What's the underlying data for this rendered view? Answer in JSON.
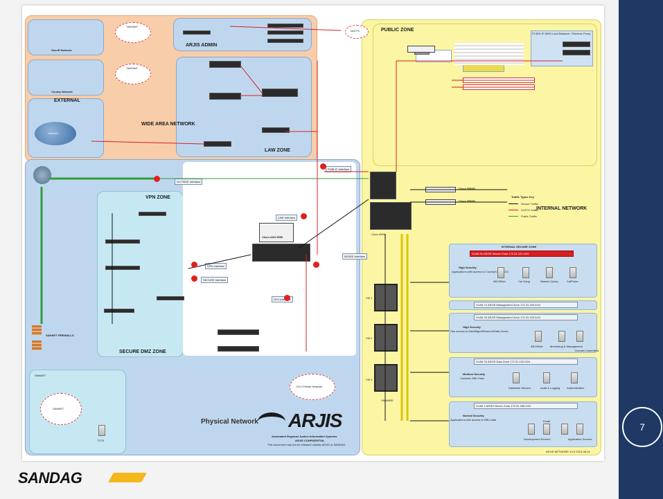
{
  "slide": {
    "page_number": "7",
    "sidebar_color": "#1f3864"
  },
  "footer_logo": {
    "text": "SANDAG",
    "swoosh_color": "#f4b81d"
  },
  "diagram": {
    "title": "Physical Network",
    "brand": "ARJIS",
    "brand_subtitle": "Automated Regional Justice Information Systems",
    "brand_confidential": "ARJIS CONFIDENTIAL",
    "brand_note": "This document may not be released outside ARJIS or SANDAG",
    "revision": "ARJIS NETWORK V4.0   2013-08-01",
    "zones": {
      "arjis_admin": "ARJIS ADMIN",
      "wan": "WIDE AREA NETWORK",
      "law": "LAW ZONE",
      "external": "EXTERNAL",
      "sheriff": "Sheriff Network",
      "county": "County Network",
      "public": "PUBLIC ZONE",
      "vpn": "VPN ZONE",
      "dmz": "SECURE DMZ ZONE",
      "internal": "INTERNAL NETWORK",
      "internal_secure": "INTERNAL SECURE ZONE"
    },
    "clouds": {
      "internet": "Internet",
      "sannet": "SANNET",
      "doj": "DOJ Private Network",
      "nlets": "NLETS",
      "wan_cloud_1": "\"ANXNet\"",
      "wan_cloud_2": "\"ANXNet\""
    },
    "interfaces": {
      "outside": "OUTSIDE Interface",
      "public": "PUBLIC Interface",
      "law": "LAW Interface",
      "vpn": "VPN Interface",
      "secure": "SECURE Interface",
      "doj": "DOJ Interface",
      "inside": "INSIDE Interface"
    },
    "devices": {
      "core_switch_1": "Cisco 3560G",
      "core_switch_2": "Cisco 3560G",
      "core_chassis": "Cisco 6509",
      "firewall": "Cisco ASA 5550",
      "vm_1": "VM 1",
      "vm_2": "VM 2",
      "vm_3": "VM 3",
      "sannet_firewall": "SANNET FIREWALLS",
      "f5": "F5 BIG-IP 6900 Load Balancer / Reverse Proxy",
      "vmware_switch": "VMWARE"
    },
    "traffic_key": {
      "title": "Traffic Types Key",
      "items": [
        {
          "label": "Secure Traffic",
          "color": "#111111"
        },
        {
          "label": "CLETS Traffic",
          "color": "#d62020"
        },
        {
          "label": "Public Traffic",
          "color": "#2e9d3a"
        }
      ]
    },
    "internal_sections": [
      {
        "title": "High Security",
        "subtitle": "Applications with access to County/Corp/NCIC",
        "servers": [
          "ARJISNet",
          "Cal Gang",
          "Wanted Query",
          "CalPhoto"
        ]
      },
      {
        "title": "High Security",
        "subtitle": "Has access to Data/Mgmt/Reserve/Data Zones",
        "servers": [
          "ARJISNet",
          "Monitoring & Management",
          "Domain Controllers"
        ]
      },
      {
        "title": "Medium Security",
        "subtitle": "Contains SBU Data",
        "servers": [
          "Database Servers",
          "Audit & Logging",
          "Authentication"
        ]
      },
      {
        "title": "Normal Security",
        "subtitle": "Applications with access to SBU data",
        "servers": [
          "Development Servers",
          "Email",
          "Application Servers"
        ]
      }
    ],
    "vlan_bars": [
      "VLAN 31 ARJIS Secure Zone 172.31.101.0/24",
      "VLAN 71 ARJIS Management Zone 172.31.200.0/24",
      "VLAN 30 ARJIS Management Zone 172.31.100.0/24",
      "VLAN 32 ARJIS Data Zone 172.31.102.0/24",
      "VLAN 1 ARJIS Server Zone 172.31.255.0/24"
    ],
    "sannet_items": [
      "SANNET",
      "TTCS"
    ],
    "colors": {
      "orange_zone": "#f8cda9",
      "blue_zone": "#bfd7ee",
      "yellow_zone": "#fbf5a4",
      "vpn_zone": "#c6e8f3",
      "red_link": "#d62020",
      "green_link": "#2e9d3a"
    }
  }
}
